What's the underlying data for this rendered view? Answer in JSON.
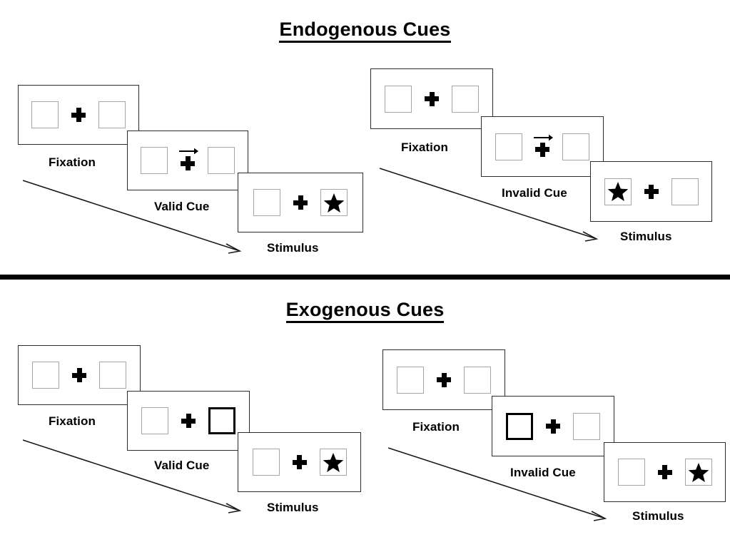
{
  "figure": {
    "type": "attentional-cueing-paradigm",
    "background": "#ffffff",
    "box_border_color": "#a6a6a6",
    "cued_box_border_color": "#000000",
    "frame_border_color": "#2b2b2b",
    "divider_color": "#000000"
  },
  "sections": [
    {
      "id": "endogenous",
      "title": "Endogenous Cues",
      "cue_type": "central arrow",
      "sequences": [
        {
          "id": "endogenous-valid",
          "condition": "valid",
          "panels": [
            {
              "caption": "Fixation",
              "cue": "none",
              "arrow_direction": "",
              "cued_side": "",
              "stimulus_side": ""
            },
            {
              "caption": "Valid Cue",
              "cue": "arrow",
              "arrow_direction": "right",
              "cued_side": "right",
              "stimulus_side": ""
            },
            {
              "caption": "Stimulus",
              "cue": "none",
              "arrow_direction": "",
              "cued_side": "",
              "stimulus_side": "right"
            }
          ]
        },
        {
          "id": "endogenous-invalid",
          "condition": "invalid",
          "panels": [
            {
              "caption": "Fixation",
              "cue": "none",
              "arrow_direction": "",
              "cued_side": "",
              "stimulus_side": ""
            },
            {
              "caption": "Invalid Cue",
              "cue": "arrow",
              "arrow_direction": "right",
              "cued_side": "right",
              "stimulus_side": ""
            },
            {
              "caption": "Stimulus",
              "cue": "none",
              "arrow_direction": "",
              "cued_side": "",
              "stimulus_side": "left"
            }
          ]
        }
      ]
    },
    {
      "id": "exogenous",
      "title": "Exogenous Cues",
      "cue_type": "peripheral box flash",
      "sequences": [
        {
          "id": "exogenous-valid",
          "condition": "valid",
          "panels": [
            {
              "caption": "Fixation",
              "cue": "none",
              "arrow_direction": "",
              "cued_side": "",
              "stimulus_side": ""
            },
            {
              "caption": "Valid Cue",
              "cue": "box-flash",
              "arrow_direction": "",
              "cued_side": "right",
              "stimulus_side": ""
            },
            {
              "caption": "Stimulus",
              "cue": "none",
              "arrow_direction": "",
              "cued_side": "",
              "stimulus_side": "right"
            }
          ]
        },
        {
          "id": "exogenous-invalid",
          "condition": "invalid",
          "panels": [
            {
              "caption": "Fixation",
              "cue": "none",
              "arrow_direction": "",
              "cued_side": "",
              "stimulus_side": ""
            },
            {
              "caption": "Invalid Cue",
              "cue": "box-flash",
              "arrow_direction": "",
              "cued_side": "left",
              "stimulus_side": ""
            },
            {
              "caption": "Stimulus",
              "cue": "none",
              "arrow_direction": "",
              "cued_side": "",
              "stimulus_side": "right"
            }
          ]
        }
      ]
    }
  ],
  "icons": {
    "fixation_cross": "plus-icon",
    "arrow_cue": "arrow-right-icon",
    "stimulus": "star-icon",
    "time_arrow": "time-arrow-icon"
  }
}
